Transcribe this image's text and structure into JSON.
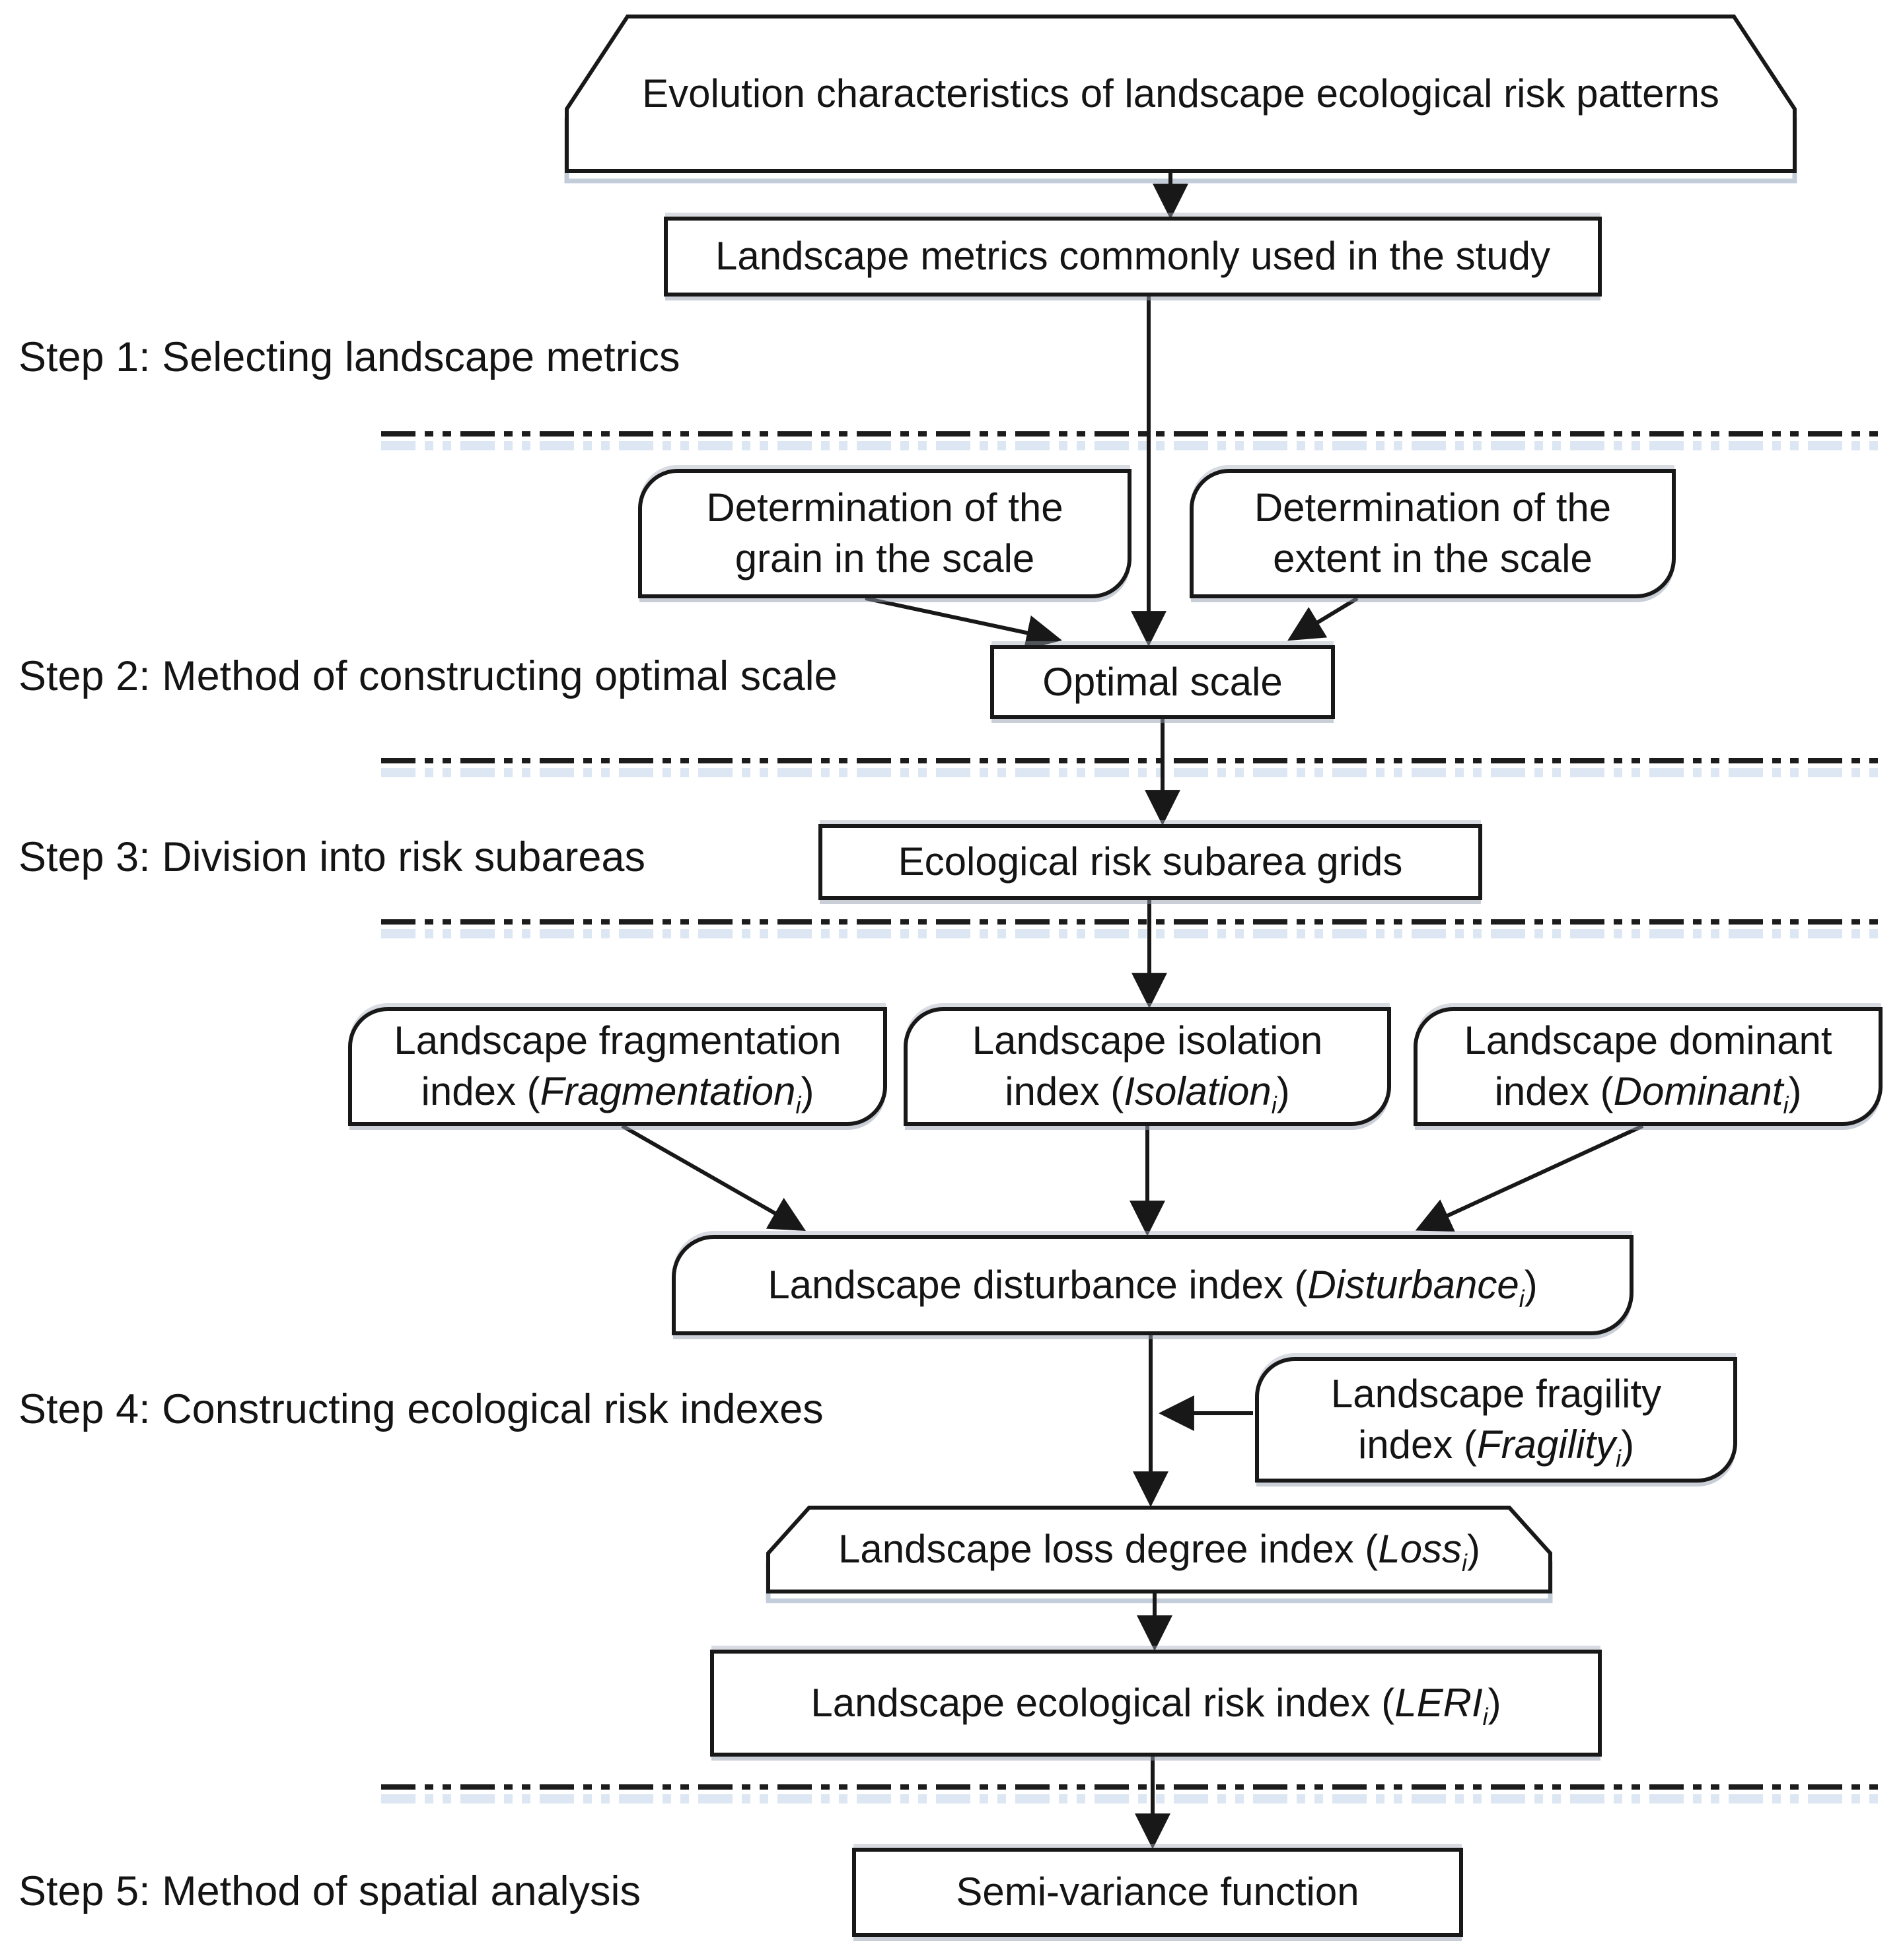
{
  "diagram": {
    "colors": {
      "ink": "#181818",
      "background": "#ffffff",
      "divider_shadow": "#dde6f3"
    },
    "steps": [
      {
        "label": "Step 1: Selecting landscape metrics"
      },
      {
        "label": "Step 2: Method of constructing optimal scale"
      },
      {
        "label": "Step 3: Division into risk subareas"
      },
      {
        "label": "Step 4: Constructing ecological risk indexes"
      },
      {
        "label": "Step 5: Method of spatial analysis"
      }
    ],
    "nodes": {
      "evolution": {
        "label": "Evolution characteristics of landscape ecological risk patterns"
      },
      "metrics": {
        "label": "Landscape metrics commonly used in the study"
      },
      "det_grain": {
        "line1": "Determination of the",
        "line2": "grain in the scale"
      },
      "det_extent": {
        "line1": "Determination of the",
        "line2": "extent in the scale"
      },
      "optimal": {
        "label": "Optimal scale"
      },
      "subarea": {
        "label": "Ecological risk subarea grids"
      },
      "fragmentation": {
        "line1": "Landscape fragmentation",
        "prefix": "index (",
        "term": "Fragmentation",
        "sub": "i",
        "suffix": ")"
      },
      "isolation": {
        "line1": "Landscape isolation",
        "prefix": "index (",
        "term": "Isolation",
        "sub": "i",
        "suffix": ")"
      },
      "dominant": {
        "line1": "Landscape dominant",
        "prefix": "index (",
        "term": "Dominant",
        "sub": "i",
        "suffix": ")"
      },
      "disturbance": {
        "prefix": "Landscape disturbance index (",
        "term": "Disturbance",
        "sub": "i",
        "suffix": ")"
      },
      "fragility": {
        "line1": "Landscape fragility",
        "prefix": "index (",
        "term": "Fragility",
        "sub": "i",
        "suffix": ")"
      },
      "loss": {
        "prefix": "Landscape loss degree index (",
        "term": "Loss",
        "sub": "i",
        "suffix": ")"
      },
      "leri": {
        "prefix": "Landscape ecological risk index (",
        "term": "LERI",
        "sub": "i",
        "suffix": ")"
      },
      "semivariance": {
        "label": "Semi-variance function"
      }
    }
  }
}
